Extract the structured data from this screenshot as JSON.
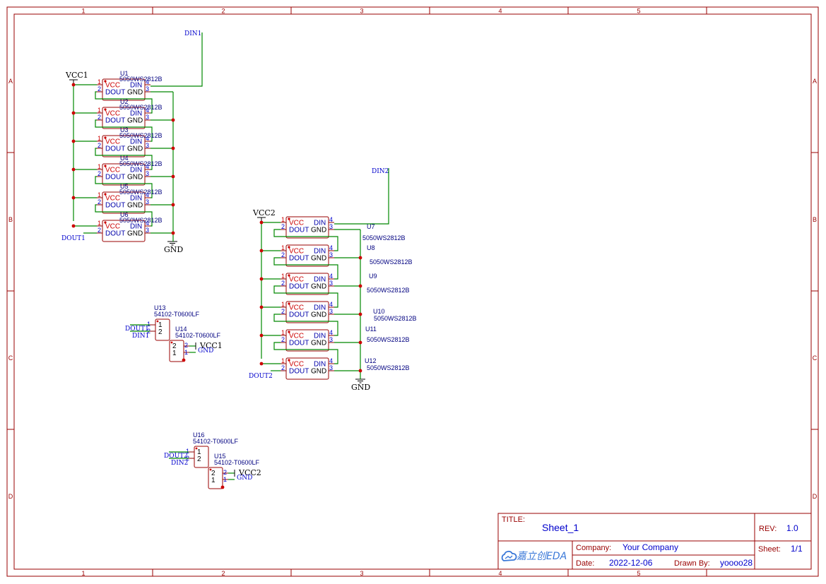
{
  "border": {
    "columns": [
      "1",
      "2",
      "3",
      "4",
      "5"
    ],
    "rows": [
      "A",
      "B",
      "C",
      "D"
    ]
  },
  "left_chain": {
    "power": "VCC1",
    "ground": "GND",
    "input_net": "DIN1",
    "output_net": "DOUT1",
    "chips": [
      {
        "ref": "U1",
        "part": "5050WS2812B"
      },
      {
        "ref": "U2",
        "part": "5050WS2812B"
      },
      {
        "ref": "U3",
        "part": "5050WS2812B"
      },
      {
        "ref": "U4",
        "part": "5050WS2812B"
      },
      {
        "ref": "U5",
        "part": "5050WS2812B"
      },
      {
        "ref": "U6",
        "part": "5050WS2812B"
      }
    ]
  },
  "right_chain": {
    "power": "VCC2",
    "ground": "GND",
    "input_net": "DIN2",
    "output_net": "DOUT2",
    "chips": [
      {
        "ref": "U7",
        "part": "5050WS2812B"
      },
      {
        "ref": "U8",
        "part": "5050WS2812B"
      },
      {
        "ref": "U9",
        "part": "5050WS2812B"
      },
      {
        "ref": "U10",
        "part": "5050WS2812B"
      },
      {
        "ref": "U11",
        "part": "5050WS2812B"
      },
      {
        "ref": "U12",
        "part": "5050WS2812B"
      }
    ]
  },
  "pins": {
    "vcc": "VCC",
    "din": "DIN",
    "dout": "DOUT",
    "gnd": "GND",
    "n1": "1",
    "n2": "2",
    "n3": "3",
    "n4": "4"
  },
  "connectors": [
    {
      "ref": "U13",
      "part": "54102-T0600LF",
      "nets": [
        "DOUT1",
        "DIN1"
      ]
    },
    {
      "ref": "U14",
      "part": "54102-T0600LF",
      "nets": [
        "VCC1",
        "GND"
      ]
    },
    {
      "ref": "U16",
      "part": "54102-T0600LF",
      "nets": [
        "DOUT2",
        "DIN2"
      ]
    },
    {
      "ref": "U15",
      "part": "54102-T0600LF",
      "nets": [
        "VCC2",
        "GND"
      ]
    }
  ],
  "title_block": {
    "title_label": "TITLE:",
    "title": "Sheet_1",
    "rev_label": "REV:",
    "rev": "1.0",
    "company_label": "Company:",
    "company": "Your Company",
    "sheet_label": "Sheet:",
    "sheet": "1/1",
    "date_label": "Date:",
    "date": "2022-12-06",
    "drawn_label": "Drawn By:",
    "drawn_by": "yoooo28",
    "logo_text": "嘉立创EDA"
  },
  "colors": {
    "border": "#990000",
    "wire": "#008800",
    "net_label": "#0000cc"
  }
}
